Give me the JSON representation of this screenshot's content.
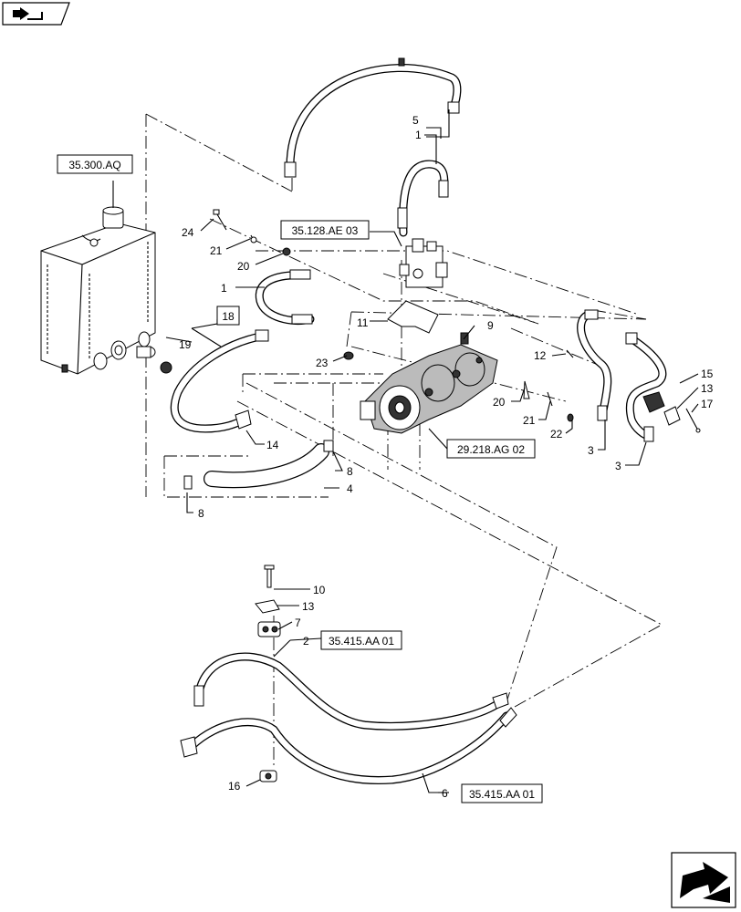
{
  "references": {
    "tank": "35.300.AQ",
    "valve": "35.128.AE 03",
    "box18": "18",
    "pump": "29.218.AG 02",
    "hose2": "35.415.AA 01",
    "hose6": "35.415.AA 01"
  },
  "callouts": {
    "c5": "5",
    "c1a": "1",
    "c24": "24",
    "c21a": "21",
    "c20a": "20",
    "c1b": "1",
    "c11": "11",
    "c9": "9",
    "c12": "12",
    "c19": "19",
    "c23": "23",
    "c20b": "20",
    "c21b": "21",
    "c22": "22",
    "c15": "15",
    "c13a": "13",
    "c17": "17",
    "c3a": "3",
    "c3b": "3",
    "c14": "14",
    "c8a": "8",
    "c4": "4",
    "c8b": "8",
    "c10": "10",
    "c13b": "13",
    "c7": "7",
    "c2": "2",
    "c6": "6",
    "c16": "16"
  },
  "icons": {
    "top_left": "return-arrow-icon",
    "bottom_right": "next-page-arrow-icon"
  }
}
